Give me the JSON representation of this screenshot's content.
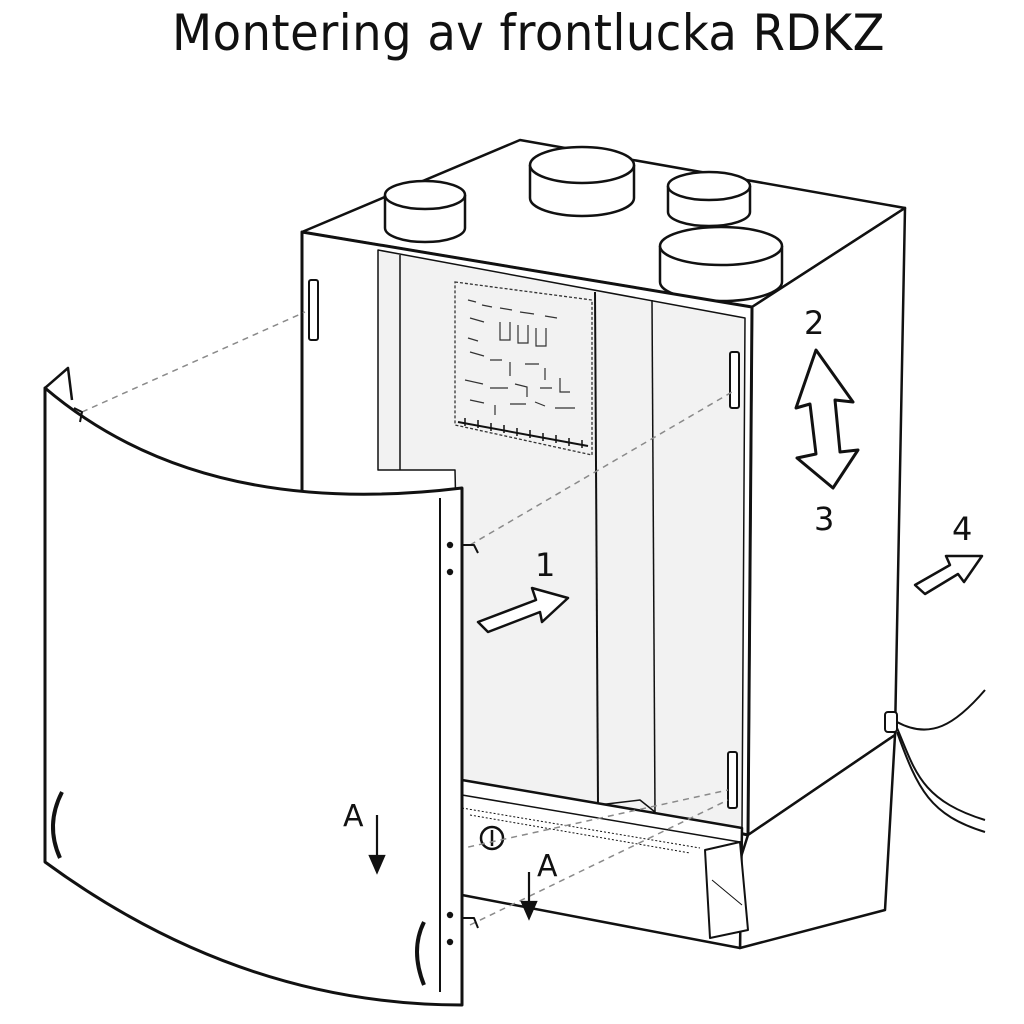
{
  "title": "Montering av frontlucka RDKZ",
  "labels": {
    "step_1": "1",
    "step_2": "2",
    "step_3": "3",
    "step_4": "4",
    "point_a_upper": "A",
    "point_a_lower": "A"
  },
  "colors": {
    "line": "#111111",
    "background": "#ffffff",
    "dashed_guides": "#9a9a9a",
    "interior_shading": "#e6e6e6"
  }
}
